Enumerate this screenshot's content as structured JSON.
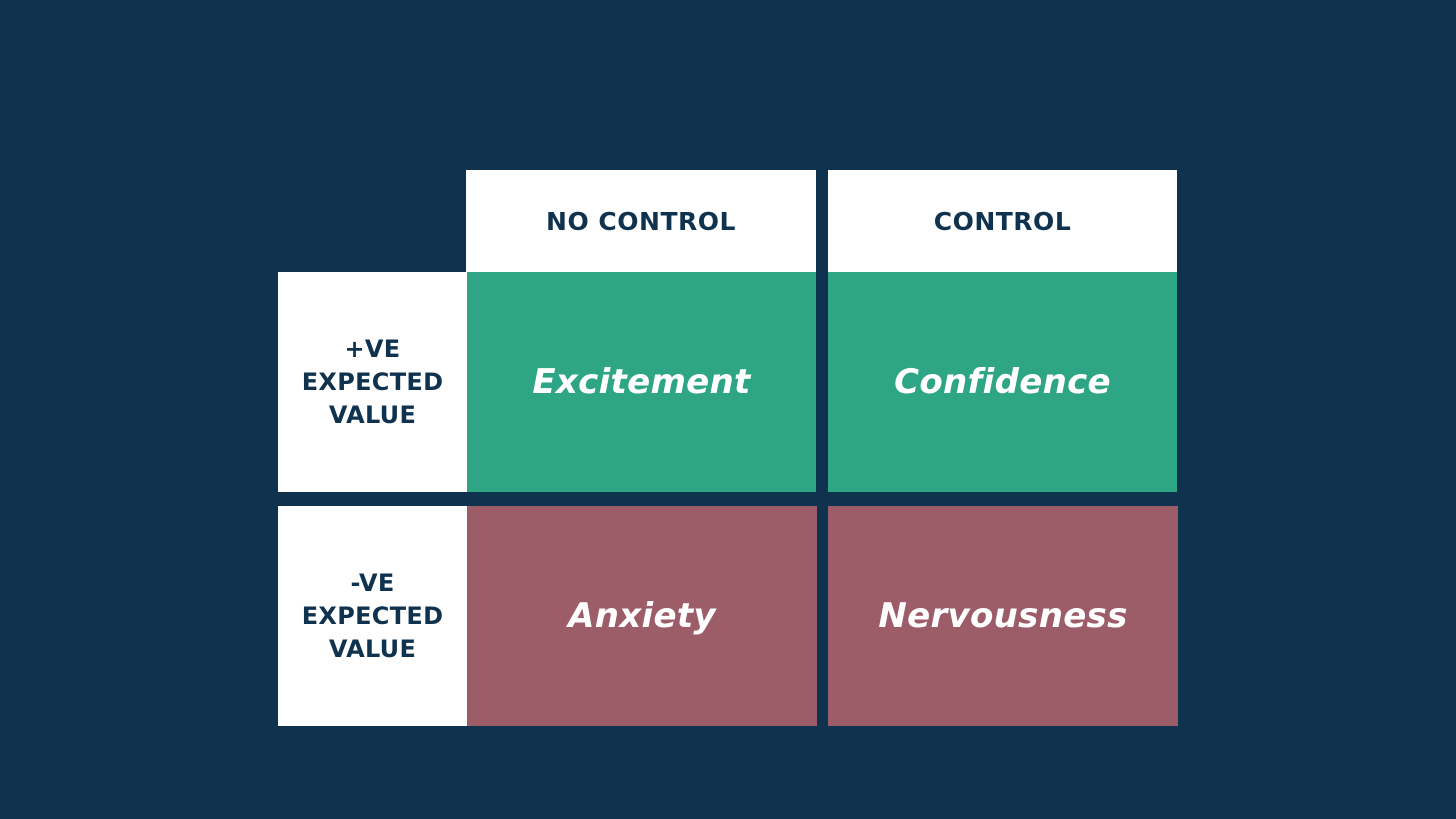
{
  "colors": {
    "background": "#0f324f",
    "header_bg": "#ffffff",
    "label_text": "#0f324f",
    "positive_cell": "#2ea685",
    "negative_cell": "#9c5d69",
    "emotion_text": "#ffffff"
  },
  "columns": {
    "no_control": "NO CONTROL",
    "control": "CONTROL"
  },
  "rows": {
    "positive": {
      "label_lines": [
        "+VE",
        "EXPECTED",
        "VALUE"
      ]
    },
    "negative": {
      "label_lines": [
        "-VE",
        "EXPECTED",
        "VALUE"
      ]
    }
  },
  "cells": {
    "positive_no_control": "Excitement",
    "positive_control": "Confidence",
    "negative_no_control": "Anxiety",
    "negative_control": "Nervousness"
  }
}
